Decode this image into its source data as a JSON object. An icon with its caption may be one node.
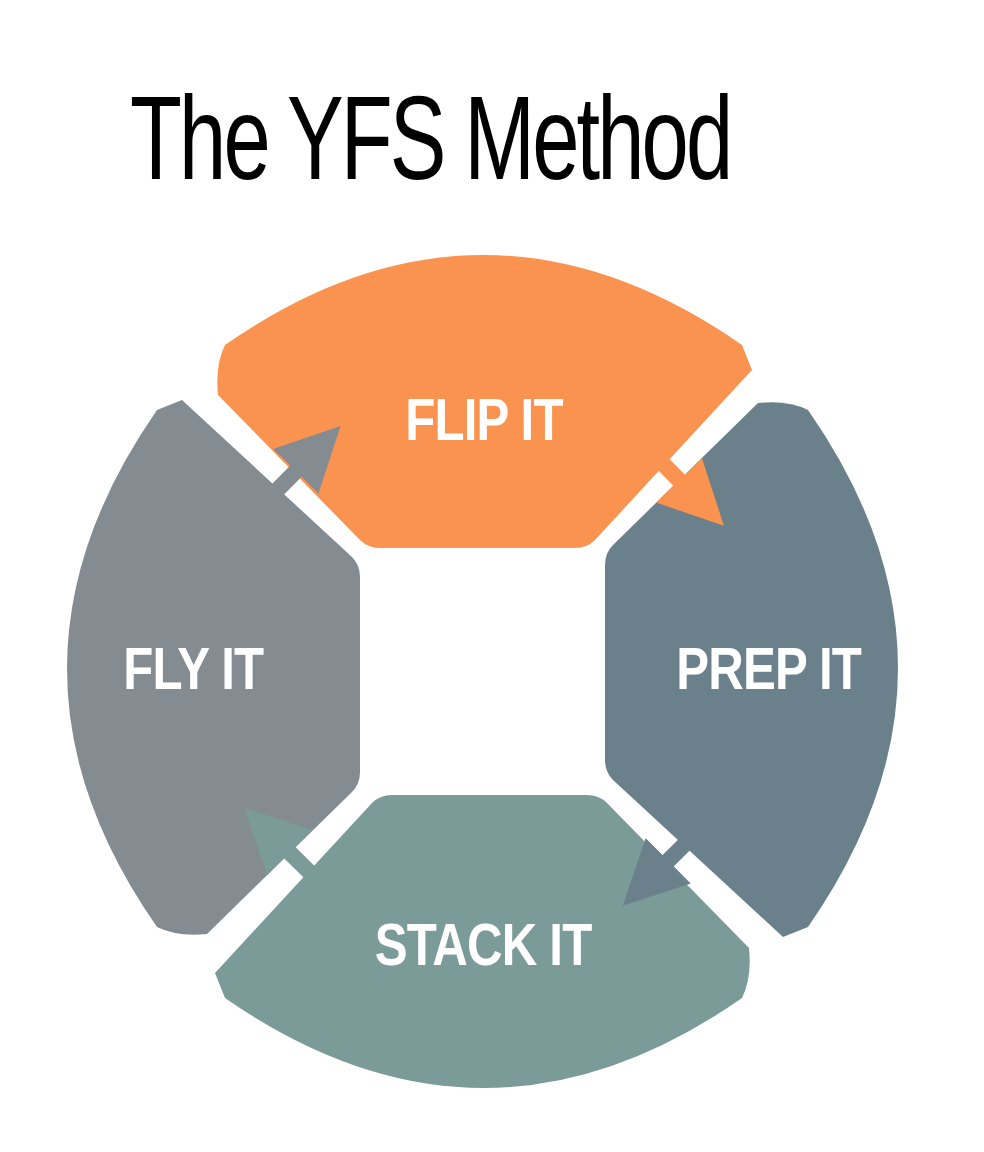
{
  "diagram": {
    "title": "The YFS Method",
    "nodes": [
      {
        "text": [
          "FLIP IT"
        ]
      },
      {
        "text": [
          "PREP IT"
        ]
      },
      {
        "text": [
          "STACK IT"
        ]
      },
      {
        "text": [
          "FLY IT"
        ]
      }
    ],
    "edges": [
      {
        "from": 0,
        "to": 1,
        "arrow": "to",
        "color": "#fb9350"
      },
      {
        "from": 1,
        "to": 2,
        "arrow": "to",
        "color": "#6a818b"
      },
      {
        "from": 2,
        "to": 3,
        "arrow": "to",
        "color": "#7a9b98"
      },
      {
        "from": 3,
        "to": 0,
        "arrow": "to",
        "color": "#848c92"
      }
    ]
  }
}
